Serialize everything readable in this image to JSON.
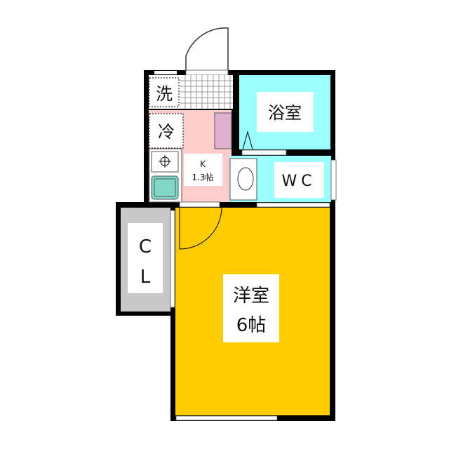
{
  "rooms": {
    "laundry": {
      "label": "洗"
    },
    "fridge": {
      "label": "冷"
    },
    "kitchen": {
      "label": "K",
      "size": "1.3帖"
    },
    "bath": {
      "label": "浴室"
    },
    "toilet": {
      "label": "WC"
    },
    "closet": {
      "label_1": "C",
      "label_2": "L"
    },
    "western_room": {
      "label": "洋室",
      "size": "6帖"
    }
  },
  "colors": {
    "wall": "#000000",
    "kitchen": "#ffcccc",
    "wet_area": "#99ffff",
    "closet": "#c8c8c8",
    "room": "#ffcc00",
    "counter": "#e0b0d0",
    "sink": "#80d8c8"
  }
}
